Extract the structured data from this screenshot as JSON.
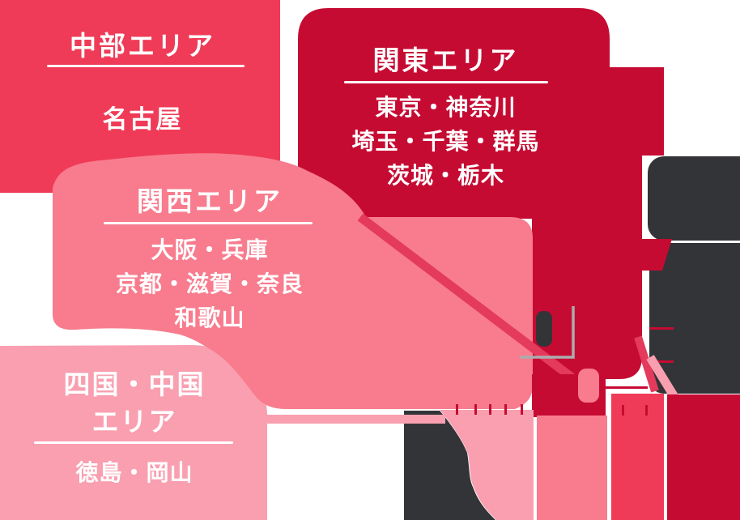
{
  "colors": {
    "chubu_red": "#EF3B57",
    "kanto_crimson": "#C60B33",
    "kansai_pink": "#F87C8E",
    "shikoku_pink": "#F99FB0",
    "uncovered_dark": "#333438",
    "map_red": "#E43A5B",
    "leader_grey": "#ABACAE",
    "text_white": "#FFFFFF"
  },
  "areas": [
    {
      "id": "chubu",
      "title": "中部エリア",
      "lines": [
        "名古屋"
      ]
    },
    {
      "id": "kanto",
      "title": "関東エリア",
      "lines": [
        "東京・神奈川",
        "埼玉・千葉・群馬",
        "茨城・栃木"
      ]
    },
    {
      "id": "kansai",
      "title": "関西エリア",
      "lines": [
        "大阪・兵庫",
        "京都・滋賀・奈良",
        "和歌山"
      ]
    },
    {
      "id": "shikoku_chugoku",
      "title": "四国・中国エリア",
      "title_lines": [
        "四国・中国",
        "エリア"
      ],
      "lines": [
        "徳島・岡山"
      ]
    }
  ]
}
